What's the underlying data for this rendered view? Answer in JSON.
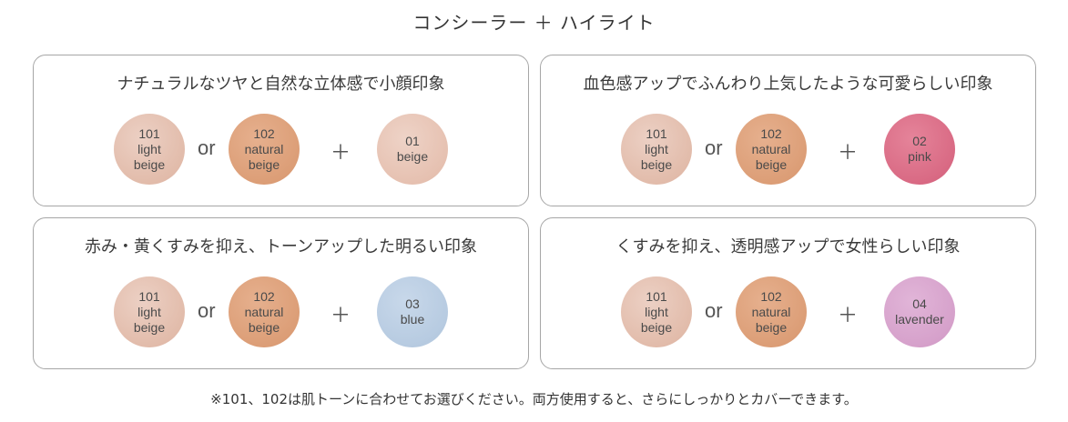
{
  "title": "コンシーラー ＋ ハイライト",
  "colors": {
    "light_beige": "#e5c2b3",
    "natural_beige": "#dfa27c",
    "beige": "#e8c5b6",
    "pink": "#d96b85",
    "blue": "#b9cde2",
    "lavender": "#d7a3cc",
    "border": "#a6a6a6"
  },
  "operators": {
    "or": "or",
    "plus": "＋"
  },
  "cards": [
    {
      "title": "ナチュラルなツヤと自然な立体感で小顔印象",
      "concealers": [
        {
          "number": "101",
          "name_line1": "light",
          "name_line2": "beige"
        },
        {
          "number": "102",
          "name_line1": "natural",
          "name_line2": "beige"
        }
      ],
      "highlight": {
        "number": "01",
        "name": "beige"
      }
    },
    {
      "title": "血色感アップでふんわり上気したような可愛らしい印象",
      "concealers": [
        {
          "number": "101",
          "name_line1": "light",
          "name_line2": "beige"
        },
        {
          "number": "102",
          "name_line1": "natural",
          "name_line2": "beige"
        }
      ],
      "highlight": {
        "number": "02",
        "name": "pink"
      }
    },
    {
      "title": "赤み・黄くすみを抑え、トーンアップした明るい印象",
      "concealers": [
        {
          "number": "101",
          "name_line1": "light",
          "name_line2": "beige"
        },
        {
          "number": "102",
          "name_line1": "natural",
          "name_line2": "beige"
        }
      ],
      "highlight": {
        "number": "03",
        "name": "blue"
      }
    },
    {
      "title": "くすみを抑え、透明感アップで女性らしい印象",
      "concealers": [
        {
          "number": "101",
          "name_line1": "light",
          "name_line2": "beige"
        },
        {
          "number": "102",
          "name_line1": "natural",
          "name_line2": "beige"
        }
      ],
      "highlight": {
        "number": "04",
        "name": "lavender"
      }
    }
  ],
  "footnote": "※101、102は肌トーンに合わせてお選びください。両方使用すると、さらにしっかりとカバーできます。"
}
